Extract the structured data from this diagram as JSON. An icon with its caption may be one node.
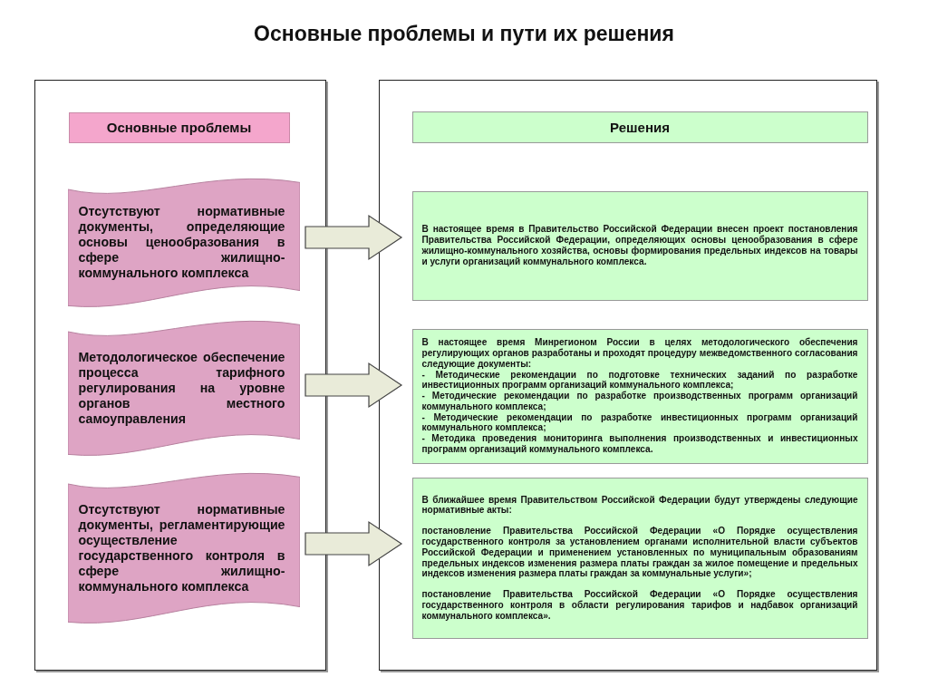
{
  "diagram": {
    "title": "Основные проблемы и пути их решения",
    "nodes": [
      {
        "text": [],
        "shape": "box"
      },
      {
        "text": [
          "Основные проблемы"
        ],
        "in": 0
      },
      {
        "text": [
          "Отсутствуют нормативные документы, определяющие основы ценообразования в сфере жилищно-коммунального комплекса"
        ],
        "in": 0
      },
      {
        "text": [
          "Методологическое обеспечение процесса тарифного регулирования на уровне органов местного самоуправления"
        ],
        "in": 0
      },
      {
        "text": [
          "Отсутствуют нормативные документы, регламентирующие осуществление государственного контроля в сфере жилищно-коммунального комплекса"
        ],
        "in": 0
      },
      {
        "text": [],
        "shape": "box"
      },
      {
        "text": [
          "Решения"
        ],
        "in": 5
      },
      {
        "text": [
          "В настоящее время в Правительство Российской Федерации внесен проект постановления Правительства Российской Федерации, определяющих основы ценообразования в сфере жилищно-коммунального хозяйства, основы формирования предельных индексов на товары и услуги организаций коммунального комплекса."
        ],
        "in": 5
      },
      {
        "text": [
          "В настоящее время Минрегионом России в целях методологического обеспечения регулирующих органов разработаны и проходят процедуру межведомственного согласования следующие документы:",
          "- Методические рекомендации по подготовке технических заданий по разработке инвестиционных программ организаций коммунального комплекса;",
          "- Методические рекомендации по разработке производственных программ организаций коммунального комплекса;",
          "- Методические рекомендации по разработке инвестиционных программ организаций коммунального комплекса;",
          "- Методика проведения мониторинга выполнения производственных и инвестиционных программ организаций коммунального комплекса."
        ],
        "in": 5
      },
      {
        "text": [
          "В ближайшее время Правительством Российской Федерации будут утверждены следующие нормативные акты:",
          "постановление Правительства Российской Федерации «О Порядке осуществления государственного контроля за установлением органами исполнительной власти субъектов Российской Федерации и применением установленных по муниципальным образованиям предельных индексов изменения размера платы граждан за жилое помещение и предельных индексов изменения размера платы граждан за коммунальные услуги»;",
          "постановление Правительства Российской Федерации «О Порядке осуществления государственного контроля в области регулирования тарифов и надбавок организаций коммунального комплекса»."
        ],
        "in": 5
      }
    ],
    "edges": [
      {
        "from": 2,
        "to": 7,
        "arrow": "to"
      },
      {
        "from": 3,
        "to": 8,
        "arrow": "to"
      },
      {
        "from": 4,
        "to": 9,
        "arrow": "to"
      }
    ]
  }
}
